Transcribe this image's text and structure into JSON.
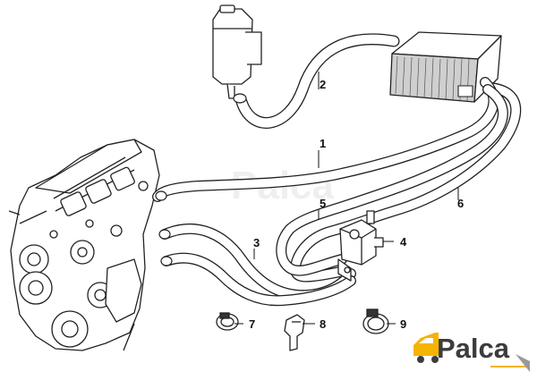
{
  "diagram": {
    "callouts": [
      {
        "id": "1",
        "label": "1"
      },
      {
        "id": "2",
        "label": "2"
      },
      {
        "id": "3",
        "label": "3"
      },
      {
        "id": "4",
        "label": "4"
      },
      {
        "id": "5",
        "label": "5"
      },
      {
        "id": "6",
        "label": "6"
      },
      {
        "id": "7",
        "label": "7"
      },
      {
        "id": "8",
        "label": "8"
      },
      {
        "id": "9",
        "label": "9"
      }
    ]
  },
  "brand": {
    "logo_text": "Palca",
    "watermark_text": "Palca",
    "accent_color": "#f5b400",
    "text_color": "#3c3c3c"
  }
}
